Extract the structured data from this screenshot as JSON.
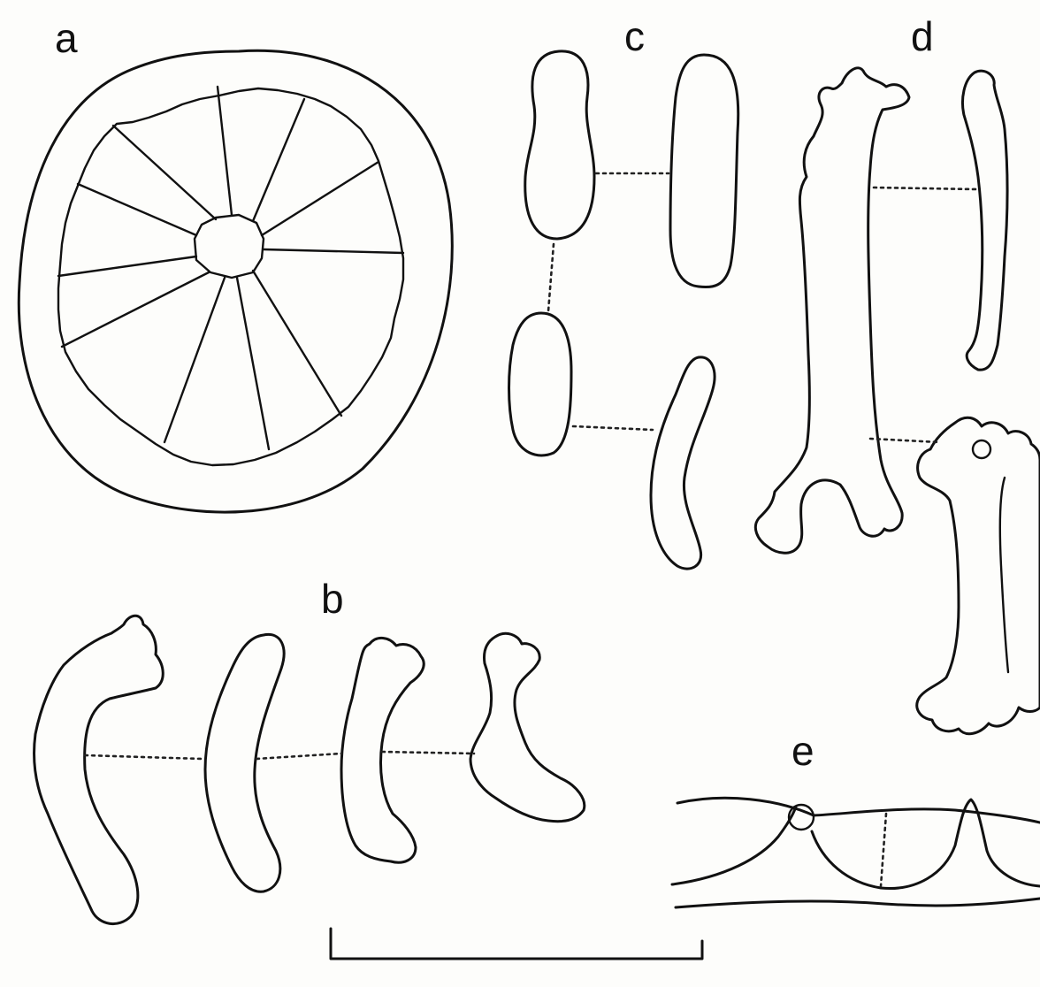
{
  "labels": {
    "a": "a",
    "b": "b",
    "c": "c",
    "d": "d",
    "e": "e"
  },
  "colors": {
    "ink": "#111111",
    "paper": "#fdfdfb"
  }
}
